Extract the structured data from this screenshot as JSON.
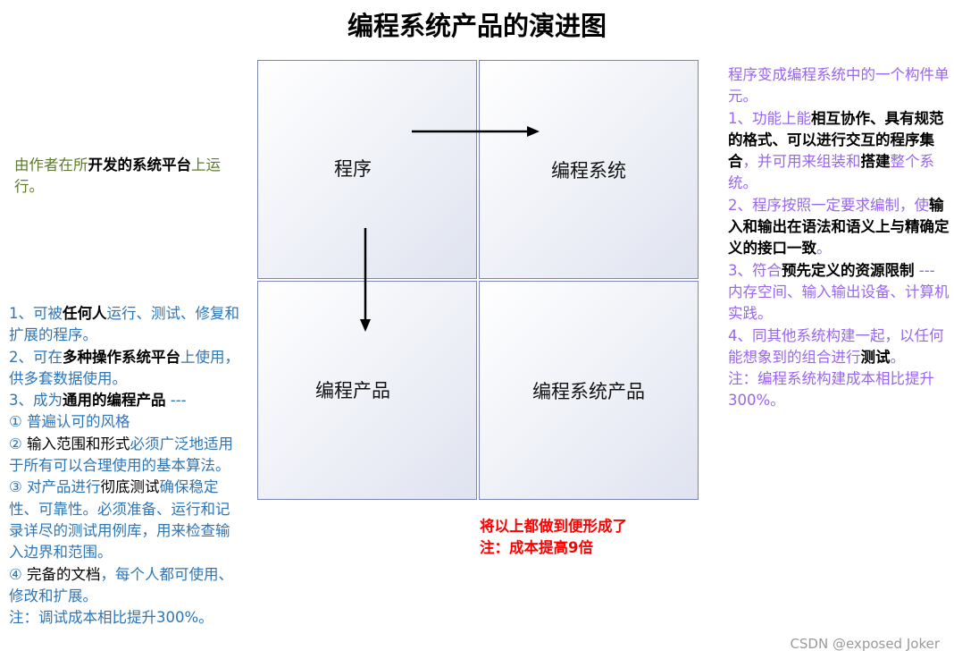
{
  "title": "编程系统产品的演进图",
  "quadrants": {
    "top_left": "程序",
    "top_right": "编程系统",
    "bottom_left": "编程产品",
    "bottom_right": "编程系统产品"
  },
  "left_top": [
    [
      {
        "t": " 由作者在所"
      },
      {
        "t": "开发的系统平台",
        "b": true
      },
      {
        "t": "上运行。"
      }
    ]
  ],
  "left_bottom": [
    [
      {
        "t": "1、可被"
      },
      {
        "t": "任何人",
        "b": true
      },
      {
        "t": "运行、测试、修复和扩展的程序。"
      }
    ],
    [
      {
        "t": "2、可在"
      },
      {
        "t": "多种操作系统平台",
        "b": true
      },
      {
        "t": "上使用，供多套数据使用。"
      }
    ],
    [
      {
        "t": "3、成为"
      },
      {
        "t": "通用的编程产品",
        "b": true
      },
      {
        "t": " ---"
      }
    ],
    [
      {
        "t": " ① 普遍认可的风格"
      }
    ],
    [
      {
        "t": " ② "
      },
      {
        "t": "输入范围和形式",
        "k": true
      },
      {
        "t": "必须广泛地适用于所有可以合理使用的基本算法。"
      }
    ],
    [
      {
        "t": " ③ 对产品进行"
      },
      {
        "t": "彻底测试",
        "k": true
      },
      {
        "t": "确保稳定性、可靠性。必须准备、运行和记录详尽的测试用例库，用来检查输入边界和范围。"
      }
    ],
    [
      {
        "t": " ④ "
      },
      {
        "t": "完备的文档",
        "k": true
      },
      {
        "t": "，每个人都可使用、修改和扩展。"
      }
    ],
    [
      {
        "t": " 注：调试成本相比提升300%。"
      }
    ]
  ],
  "right": [
    [
      {
        "t": " 程序变成编程系统中的一个构件单元。"
      }
    ],
    [
      {
        "t": "1、功能上能"
      },
      {
        "t": "相互协作、具有规范的格式、可以进行交互的程序集合",
        "b": true
      },
      {
        "t": "，并可用来组装和"
      },
      {
        "t": "搭建",
        "b": true
      },
      {
        "t": "整个系统。"
      }
    ],
    [
      {
        "t": "2、程序按照一定要求编制，使"
      },
      {
        "t": "输入和输出在语法和语义上与精确定义的接口一致",
        "b": true
      },
      {
        "t": "。"
      }
    ],
    [
      {
        "t": "3、符合"
      },
      {
        "t": "预先定义的资源限制",
        "b": true
      },
      {
        "t": " --- 内存空间、输入输出设备、计算机实践。"
      }
    ],
    [
      {
        "t": "4、同其他系统构建一起，以任何能想象到的组合进行"
      },
      {
        "t": "测试",
        "b": true
      },
      {
        "t": "。"
      }
    ],
    [
      {
        "t": " 注：编程系统构建成本相比提升300%。"
      }
    ]
  ],
  "note": [
    "将以上都做到便形成了",
    "注：成本提高9倍"
  ],
  "watermark": "CSDN @exposed Joker",
  "colors": {
    "olive": "#5f7a2a",
    "blue": "#2e75b6",
    "purple": "#9966ee",
    "red": "#ff0000"
  }
}
